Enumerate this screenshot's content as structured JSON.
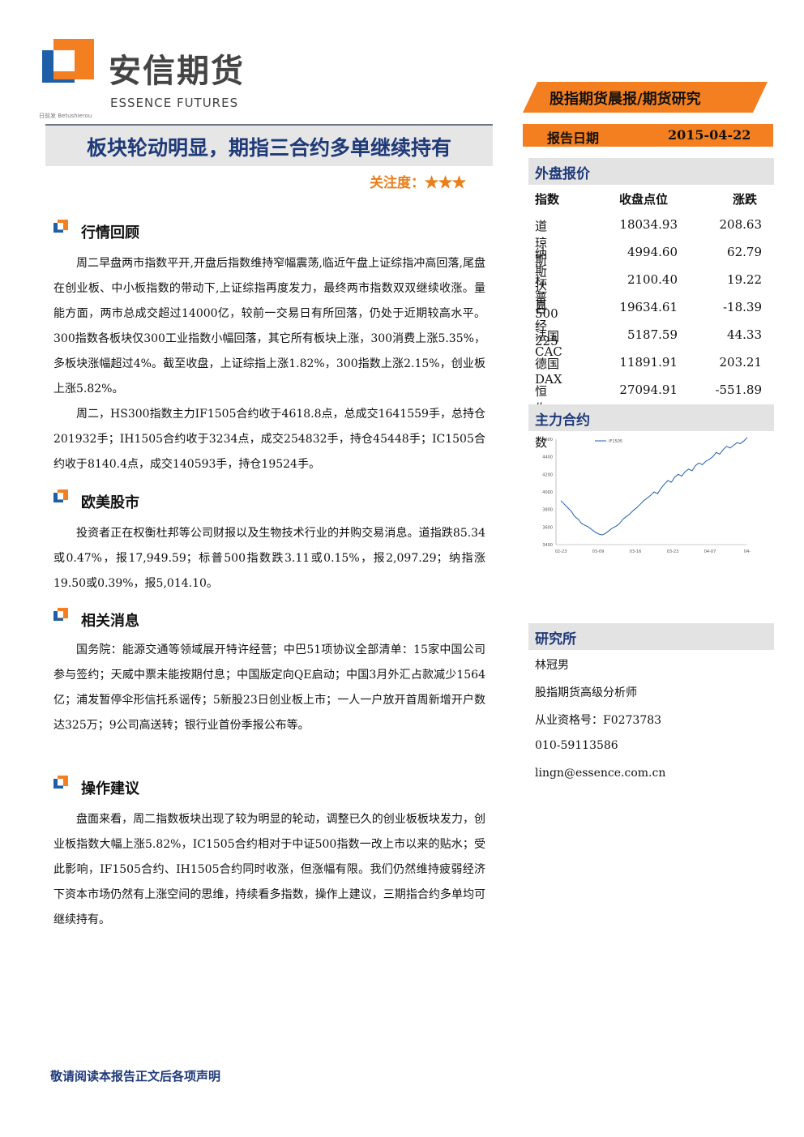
{
  "brand": {
    "name_cn": "安信期货",
    "name_en": "ESSENCE FUTURES",
    "tiny_note": "日前发 Betushierou",
    "colors": {
      "blue": "#1f5fa8",
      "orange": "#f47f21",
      "navy": "#1f3a78"
    }
  },
  "banner": {
    "text": "股指期货晨报/期货研究"
  },
  "report_date": {
    "label": "报告日期",
    "value": "2015-04-22"
  },
  "title": "板块轮动明显，期指三合约多单继续持有",
  "attention": {
    "label": "关注度：",
    "stars": "★★★"
  },
  "sections": [
    {
      "title": "行情回顾",
      "paragraphs": [
        "周二早盘两市指数平开,开盘后指数维持窄幅震荡,临近午盘上证综指冲高回落,尾盘在创业板、中小板指数的带动下,上证综指再度发力，最终两市指数双双继续收涨。量能方面，两市总成交超过14000亿，较前一交易日有所回落，仍处于近期较高水平。300指数各板块仅300工业指数小幅回落，其它所有板块上涨，300消费上涨5.35%，多板块涨幅超过4%。截至收盘，上证综指上涨1.82%，300指数上涨2.15%，创业板上涨5.82%。",
        "周二，HS300指数主力IF1505合约收于4618.8点，总成交1641559手，总持仓201932手；IH1505合约收于3234点，成交254832手，持仓45448手；IC1505合约收于8140.4点，成交140593手，持仓19524手。"
      ]
    },
    {
      "title": "欧美股市",
      "paragraphs": [
        "投资者正在权衡杜邦等公司财报以及生物技术行业的并购交易消息。道指跌85.34或0.47%，报17,949.59；标普500指数跌3.11或0.15%，报2,097.29；纳指涨19.50或0.39%，报5,014.10。"
      ]
    },
    {
      "title": "相关消息",
      "paragraphs": [
        "国务院：能源交通等领域展开特许经营；中巴51项协议全部清单：15家中国公司参与签约；天威中票未能按期付息；中国版定向QE启动；中国3月外汇占款减少1564亿；浦发暂停伞形信托系谣传；5新股23日创业板上市；一人一户放开首周新增开户数达325万；9公司高送转；银行业首份季报公布等。"
      ]
    },
    {
      "title": "操作建议",
      "paragraphs": [
        "盘面来看，周二指数板块出现了较为明显的轮动，调整已久的创业板板块发力，创业板指数大幅上涨5.82%，IC1505合约相对于中证500指数一改上市以来的贴水；受此影响，IF1505合约、IH1505合约同时收涨，但涨幅有限。我们仍然维持疲弱经济下资本市场仍然有上涨空间的思维，持续看多指数，操作上建议，三期指合约多单均可继续持有。"
      ]
    }
  ],
  "overseas": {
    "title": "外盘报价",
    "headers": [
      "指数",
      "收盘点位",
      "涨跌"
    ],
    "rows": [
      [
        "道琼斯",
        "18034.93",
        "208.63"
      ],
      [
        "纳斯达克",
        "4994.60",
        "62.79"
      ],
      [
        "标普 500",
        "2100.40",
        "19.22"
      ],
      [
        "日经 225",
        "19634.61",
        "-18.39"
      ],
      [
        "法国 CAC",
        "5187.59",
        "44.33"
      ],
      [
        "德国 DAX",
        "11891.91",
        "203.21"
      ],
      [
        "恒生指数",
        "27094.91",
        "-551.89"
      ]
    ]
  },
  "main_contract": {
    "title": "主力合约",
    "chart_data": {
      "type": "line",
      "series": [
        {
          "name": "IF1505",
          "values": [
            3900,
            3860,
            3820,
            3780,
            3720,
            3690,
            3640,
            3620,
            3600,
            3570,
            3540,
            3520,
            3510,
            3530,
            3560,
            3590,
            3610,
            3640,
            3690,
            3720,
            3750,
            3790,
            3820,
            3860,
            3900,
            3930,
            3960,
            4000,
            3980,
            4040,
            4090,
            4130,
            4110,
            4170,
            4200,
            4180,
            4230,
            4260,
            4240,
            4300,
            4330,
            4310,
            4350,
            4370,
            4400,
            4450,
            4430,
            4480,
            4520,
            4500,
            4530,
            4560,
            4550,
            4580,
            4620
          ]
        }
      ],
      "ylim": [
        3400,
        4600
      ],
      "yticks": [
        "4600",
        "4400",
        "4200",
        "4000",
        "3800",
        "3600",
        "3400"
      ],
      "xticks": [
        "02-23",
        "03-09",
        "03-16",
        "03-23",
        "04-07",
        "04-"
      ],
      "legend": "top"
    }
  },
  "research": {
    "title": "研究所",
    "lines": [
      "林冠男",
      "股指期货高级分析师",
      "从业资格号：F0273783",
      "010-59113586",
      "lingn@essence.com.cn"
    ]
  },
  "footer": "敬请阅读本报告正文后各项声明"
}
